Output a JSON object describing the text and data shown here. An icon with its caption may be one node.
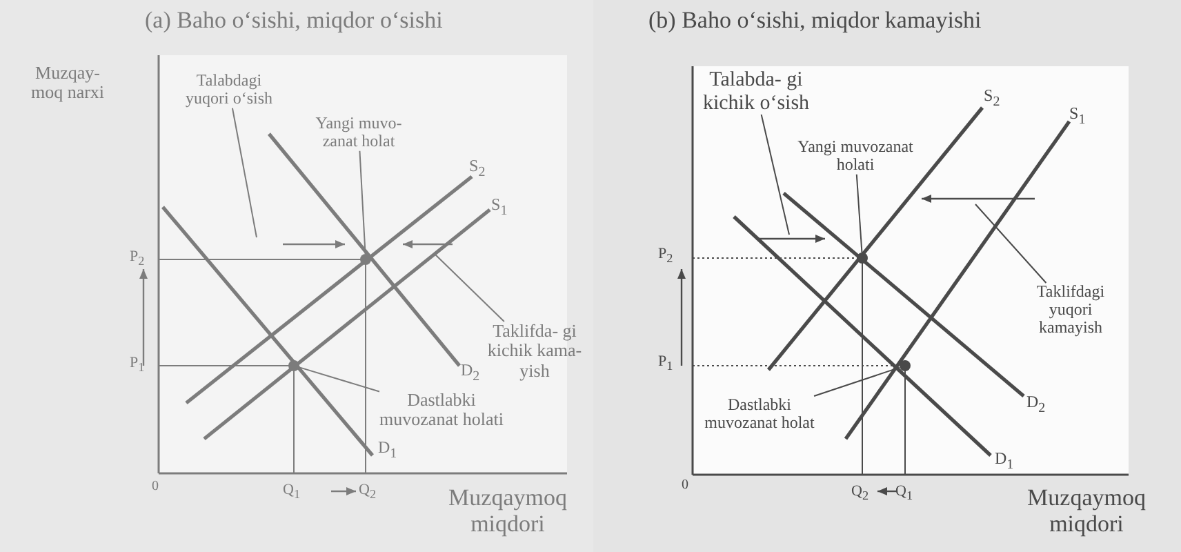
{
  "diagram": {
    "nodes": [
      {
        "text": [
          "(a) Baho o‘sishi, miqdor o‘sishi"
        ]
      },
      {
        "text": [
          "Talabdagi yuqori o‘sish"
        ],
        "in": 0
      },
      {
        "text": [
          "Yangi muvo- zanat holat"
        ],
        "in": 0
      },
      {
        "text": [
          "Taklifda- gi kichik kama- yish"
        ],
        "in": 0
      },
      {
        "text": [
          "Dastlabki muvozanat holati"
        ],
        "in": 0
      },
      {
        "text": [],
        "shape": "circle",
        "in": 0
      },
      {
        "text": [],
        "shape": "circle",
        "in": 0
      },
      {
        "text": [
          "(b) Baho o‘sishi, miqdor kamayishi"
        ]
      },
      {
        "text": [
          "Talabda- gi kichik o‘sish"
        ],
        "in": 7
      },
      {
        "text": [
          "Yangi muvozanat holati"
        ],
        "in": 7
      },
      {
        "text": [
          "Taklifdagi yuqori kamayish"
        ],
        "in": 7
      },
      {
        "text": [
          "Dastlabki muvozanat holat"
        ],
        "in": 7
      },
      {
        "text": [],
        "shape": "circle",
        "in": 7
      },
      {
        "text": [],
        "shape": "circle",
        "in": 7
      }
    ],
    "edges": [
      {
        "from": 1,
        "to": null,
        "arrow": "none"
      },
      {
        "from": 2,
        "to": 5,
        "arrow": "none"
      },
      {
        "from": 3,
        "to": null,
        "arrow": "none"
      },
      {
        "from": 4,
        "to": 6,
        "arrow": "none"
      },
      {
        "from": 8,
        "to": null,
        "arrow": "none"
      },
      {
        "from": 9,
        "to": 12,
        "arrow": "none"
      },
      {
        "from": 10,
        "to": null,
        "arrow": "none"
      },
      {
        "from": 11,
        "to": 13,
        "arrow": "none"
      }
    ],
    "labels": [
      "Muzqay- moq narxi",
      "S$_{2}$",
      "S$_{1}$",
      "P$_{2}$",
      "P$_{1}$",
      "D$_{2}$",
      "D$_{1}$",
      "0",
      "Q$_{1}$",
      "Q$_{2}$",
      "Muzqaymoq miqdori",
      "S$_{2}$",
      "S$_{1}$",
      "P$_{2}$",
      "P$_{1}$",
      "D$_{2}$",
      "D$_{1}$",
      "0",
      "Q$_{2}$",
      "Q$_{1}$",
      "Muzqaymoq miqdori"
    ]
  }
}
